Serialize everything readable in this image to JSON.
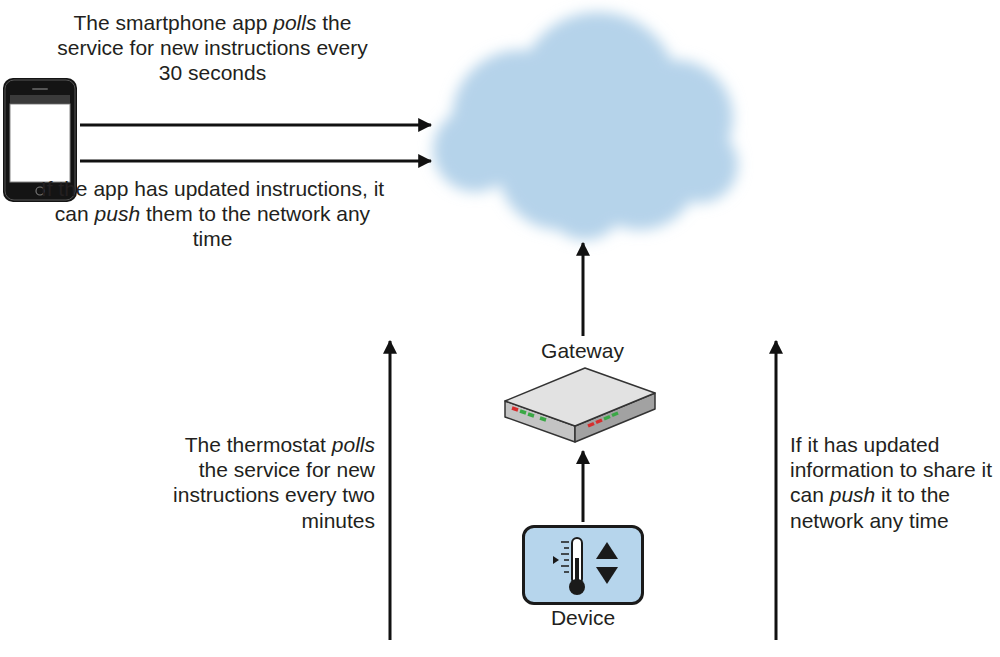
{
  "diagram": {
    "nodes": [
      {
        "text": [
          "Gateway"
        ]
      },
      {
        "text": [
          "Device"
        ]
      }
    ],
    "edges": [
      {
        "from": 1,
        "to": 0,
        "arrow": "to"
      }
    ],
    "labels": [
      "The smartphone app polls the service for new instructions every 30 seconds",
      "If the app has updated instructions, it can push them to the network any time",
      "The thermostat polls the service for new instructions every two minutes",
      "If it has updated information to share it can push it to the network any time"
    ]
  }
}
